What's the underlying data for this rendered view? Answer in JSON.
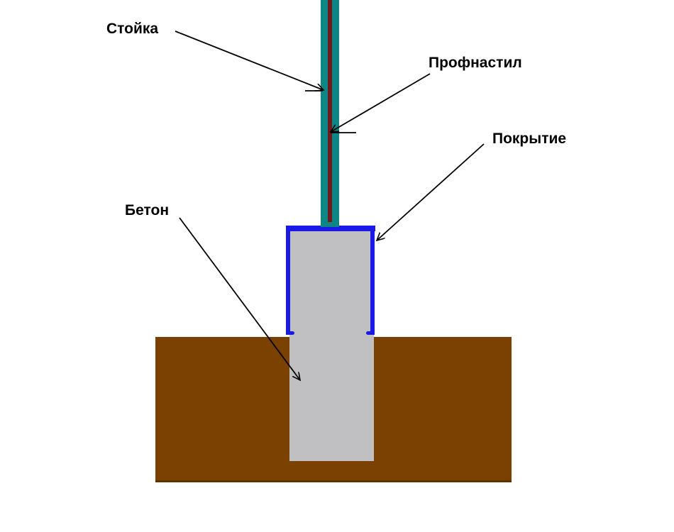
{
  "diagram": {
    "description": "fence-post-foundation-diagram",
    "labels": {
      "post": "Стойка",
      "profiled_sheet": "Профнастил",
      "coating": "Покрытие",
      "concrete": "Бетон"
    },
    "colors": {
      "background": "#FFFFFF",
      "post_teal": "#0E8686",
      "sheet_maroon": "#701B1B",
      "coating_blue": "#1A1AE8",
      "concrete_gray": "#C0C0C3",
      "ground_brown": "#7B4103",
      "ground_brown_dark": "#5C3302",
      "arrow_black": "#000000"
    }
  }
}
